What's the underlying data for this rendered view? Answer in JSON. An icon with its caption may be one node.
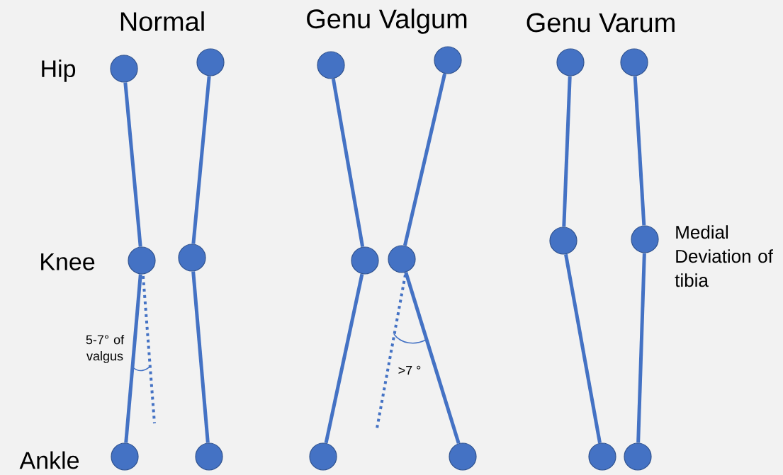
{
  "diagram": {
    "nodes": [
      {
        "text": [],
        "shape": "circle"
      },
      {
        "text": [],
        "shape": "circle"
      },
      {
        "text": [],
        "shape": "circle"
      },
      {
        "text": [],
        "shape": "circle"
      },
      {
        "text": [],
        "shape": "circle"
      },
      {
        "text": [],
        "shape": "circle"
      },
      {
        "text": [],
        "shape": "circle"
      },
      {
        "text": [],
        "shape": "circle"
      },
      {
        "text": [],
        "shape": "circle"
      },
      {
        "text": [],
        "shape": "circle"
      },
      {
        "text": [],
        "shape": "circle"
      },
      {
        "text": [],
        "shape": "circle",
        "beside": [
          "Medial Deviation of tibia"
        ]
      },
      {
        "text": [],
        "shape": "circle"
      },
      {
        "text": [],
        "shape": "circle"
      },
      {
        "text": [],
        "shape": "circle"
      },
      {
        "text": [],
        "shape": "circle"
      },
      {
        "text": [],
        "shape": "circle"
      },
      {
        "text": [],
        "shape": "circle"
      }
    ],
    "edges": [
      {
        "from": 0,
        "to": 6,
        "arrow": "none"
      },
      {
        "from": 6,
        "to": 12,
        "arrow": "none"
      },
      {
        "from": 1,
        "to": 7,
        "arrow": "none"
      },
      {
        "from": 7,
        "to": 13,
        "arrow": "none"
      },
      {
        "from": 2,
        "to": 8,
        "arrow": "none"
      },
      {
        "from": 8,
        "to": 14,
        "arrow": "none"
      },
      {
        "from": 3,
        "to": 9,
        "arrow": "none"
      },
      {
        "from": 9,
        "to": 15,
        "arrow": "none"
      },
      {
        "from": 4,
        "to": 10,
        "arrow": "none"
      },
      {
        "from": 10,
        "to": 16,
        "arrow": "none"
      },
      {
        "from": 5,
        "to": 11,
        "arrow": "none"
      },
      {
        "from": 11,
        "to": 17,
        "arrow": "none"
      }
    ],
    "labels": [
      "Normal",
      "Genu Valgum",
      "Genu Varum",
      "Hip",
      "Knee",
      "Ankle",
      "5-7° of valgus",
      ">7 °"
    ]
  }
}
